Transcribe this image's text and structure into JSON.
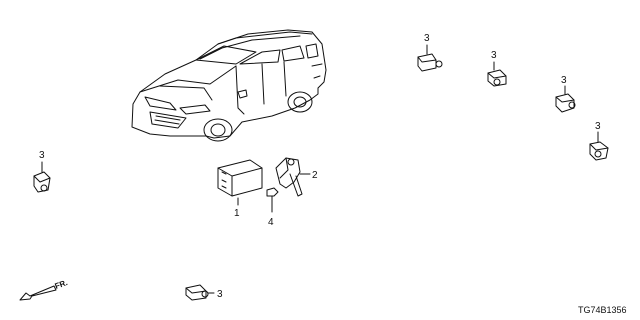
{
  "diagram": {
    "callouts": {
      "control_unit": "1",
      "bracket": "2",
      "sensor": "3",
      "bolt": "4"
    },
    "front_marker": "FR.",
    "diagram_code": "TG74B1356"
  }
}
